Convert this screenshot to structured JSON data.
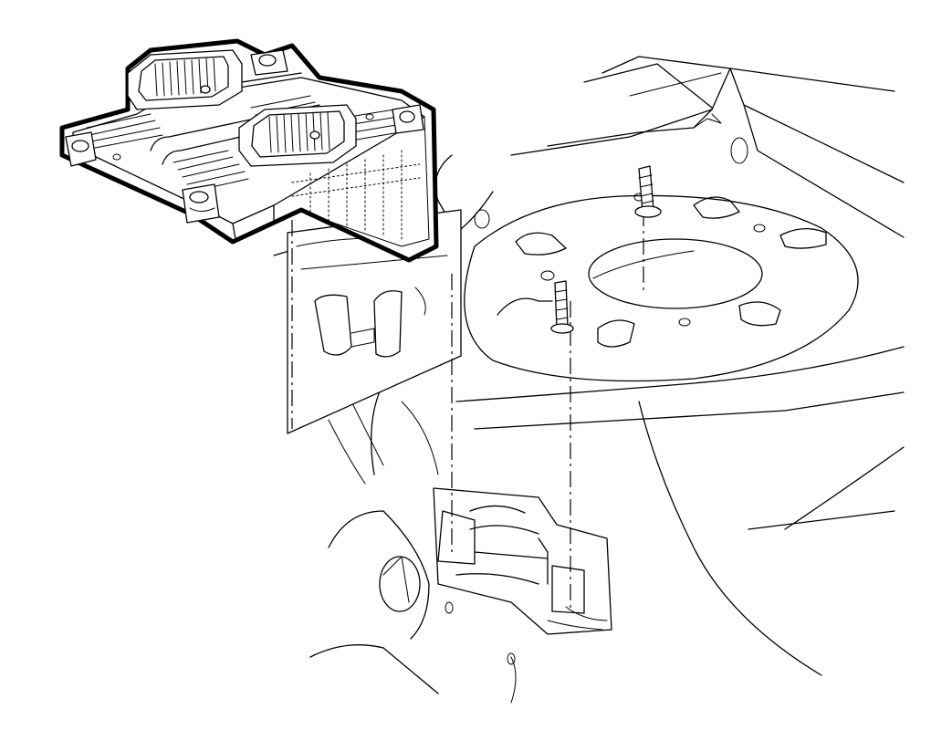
{
  "diagram": {
    "parts": [
      {
        "id": "control-module",
        "icon": "ecm-module-icon"
      },
      {
        "id": "mounting-bracket",
        "icon": "bracket-icon"
      },
      {
        "id": "mounting-studs",
        "icon": "stud-icon"
      },
      {
        "id": "spare-wheel-well",
        "icon": "panel-icon"
      }
    ],
    "colors": {
      "line": "#000000",
      "background": "#ffffff"
    }
  }
}
